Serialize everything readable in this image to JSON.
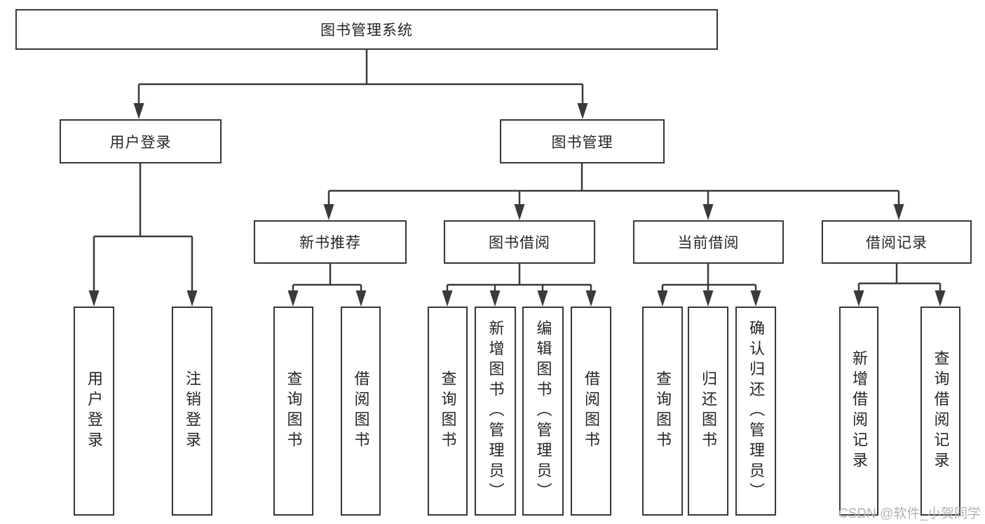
{
  "diagram": {
    "tree": {
      "label": "图书管理系统",
      "children": [
        {
          "label": "用户登录",
          "children": [
            {
              "label": "用户登录"
            },
            {
              "label": "注销登录"
            }
          ]
        },
        {
          "label": "图书管理",
          "children": [
            {
              "label": "新书推荐",
              "children": [
                {
                  "label": "查询图书"
                },
                {
                  "label": "借阅图书"
                }
              ]
            },
            {
              "label": "图书借阅",
              "children": [
                {
                  "label": "查询图书"
                },
                {
                  "label": "新增图书（管理员）"
                },
                {
                  "label": "编辑图书（管理员）"
                },
                {
                  "label": "借阅图书"
                }
              ]
            },
            {
              "label": "当前借阅",
              "children": [
                {
                  "label": "查询图书"
                },
                {
                  "label": "归还图书"
                },
                {
                  "label": "确认归还（管理员）"
                }
              ]
            },
            {
              "label": "借阅记录",
              "children": [
                {
                  "label": "新增借阅记录"
                },
                {
                  "label": "查询借阅记录"
                }
              ]
            }
          ]
        }
      ]
    },
    "colors": {
      "line": "#3a3a3a",
      "box_border": "#3a3a3a",
      "text": "#262626",
      "background": "#ffffff",
      "watermark_text_color": "#b3b3b3"
    }
  },
  "watermark": "CSDN @软件_小贺同学"
}
